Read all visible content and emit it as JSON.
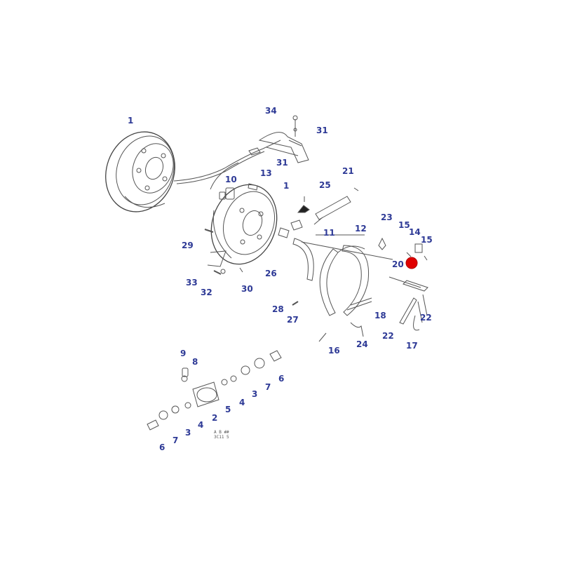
{
  "diagram": {
    "callouts": [
      "1",
      "34",
      "31",
      "31",
      "13",
      "10",
      "1",
      "21",
      "25",
      "29",
      "26",
      "33",
      "32",
      "30",
      "11",
      "12",
      "23",
      "15",
      "14",
      "15",
      "20",
      "28",
      "27",
      "18",
      "16",
      "24",
      "22",
      "22",
      "17",
      "9",
      "8",
      "6",
      "7",
      "3",
      "4",
      "5",
      "2",
      "4",
      "3",
      "7",
      "6"
    ],
    "highlight_color": "#e00000",
    "label_color": "#2e3a96",
    "stamp_text": [
      "A  B  ##",
      "3C11 5"
    ]
  }
}
